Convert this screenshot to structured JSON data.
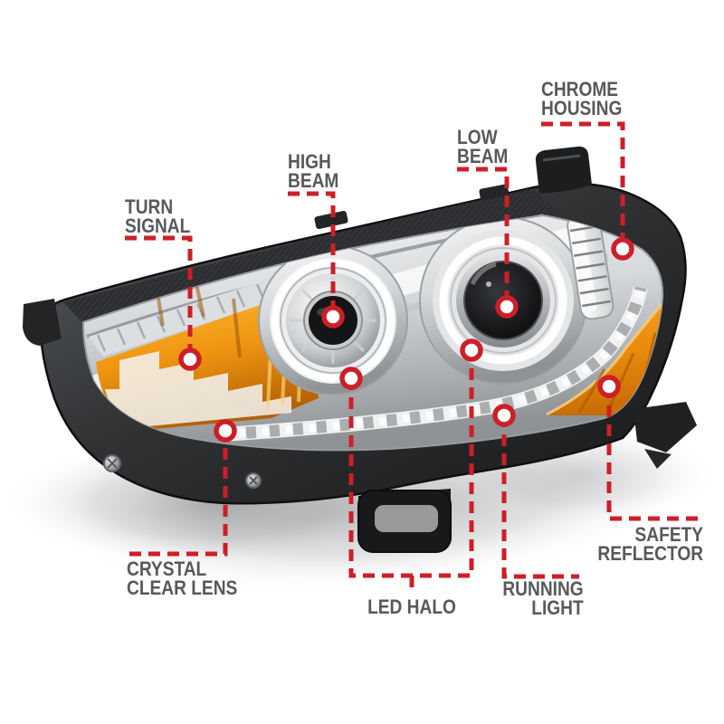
{
  "diagram_type": "annotated-product-callout-diagram",
  "subject": "projector-headlight-assembly",
  "colors": {
    "background": "#ffffff",
    "annotation_red": "#cd1f28",
    "label_text": "#58595b",
    "amber_turn_signal": "#ef9310",
    "amber_reflector": "#e88a0d",
    "chrome_light": "#e9ebed",
    "housing_dark": "#232527"
  },
  "callouts": [
    {
      "id": "chrome-housing",
      "lines": [
        "CHROME",
        "HOUSING"
      ]
    },
    {
      "id": "low-beam",
      "lines": [
        "LOW",
        "BEAM"
      ]
    },
    {
      "id": "high-beam",
      "lines": [
        "HIGH",
        "BEAM"
      ]
    },
    {
      "id": "turn-signal",
      "lines": [
        "TURN",
        "SIGNAL"
      ]
    },
    {
      "id": "crystal-clear-lens",
      "lines": [
        "CRYSTAL",
        "CLEAR LENS"
      ]
    },
    {
      "id": "led-halo",
      "lines": [
        "LED HALO"
      ]
    },
    {
      "id": "running-light",
      "lines": [
        "RUNNING",
        "LIGHT"
      ]
    },
    {
      "id": "safety-reflector",
      "lines": [
        "SAFETY",
        "REFLECTOR"
      ]
    }
  ]
}
